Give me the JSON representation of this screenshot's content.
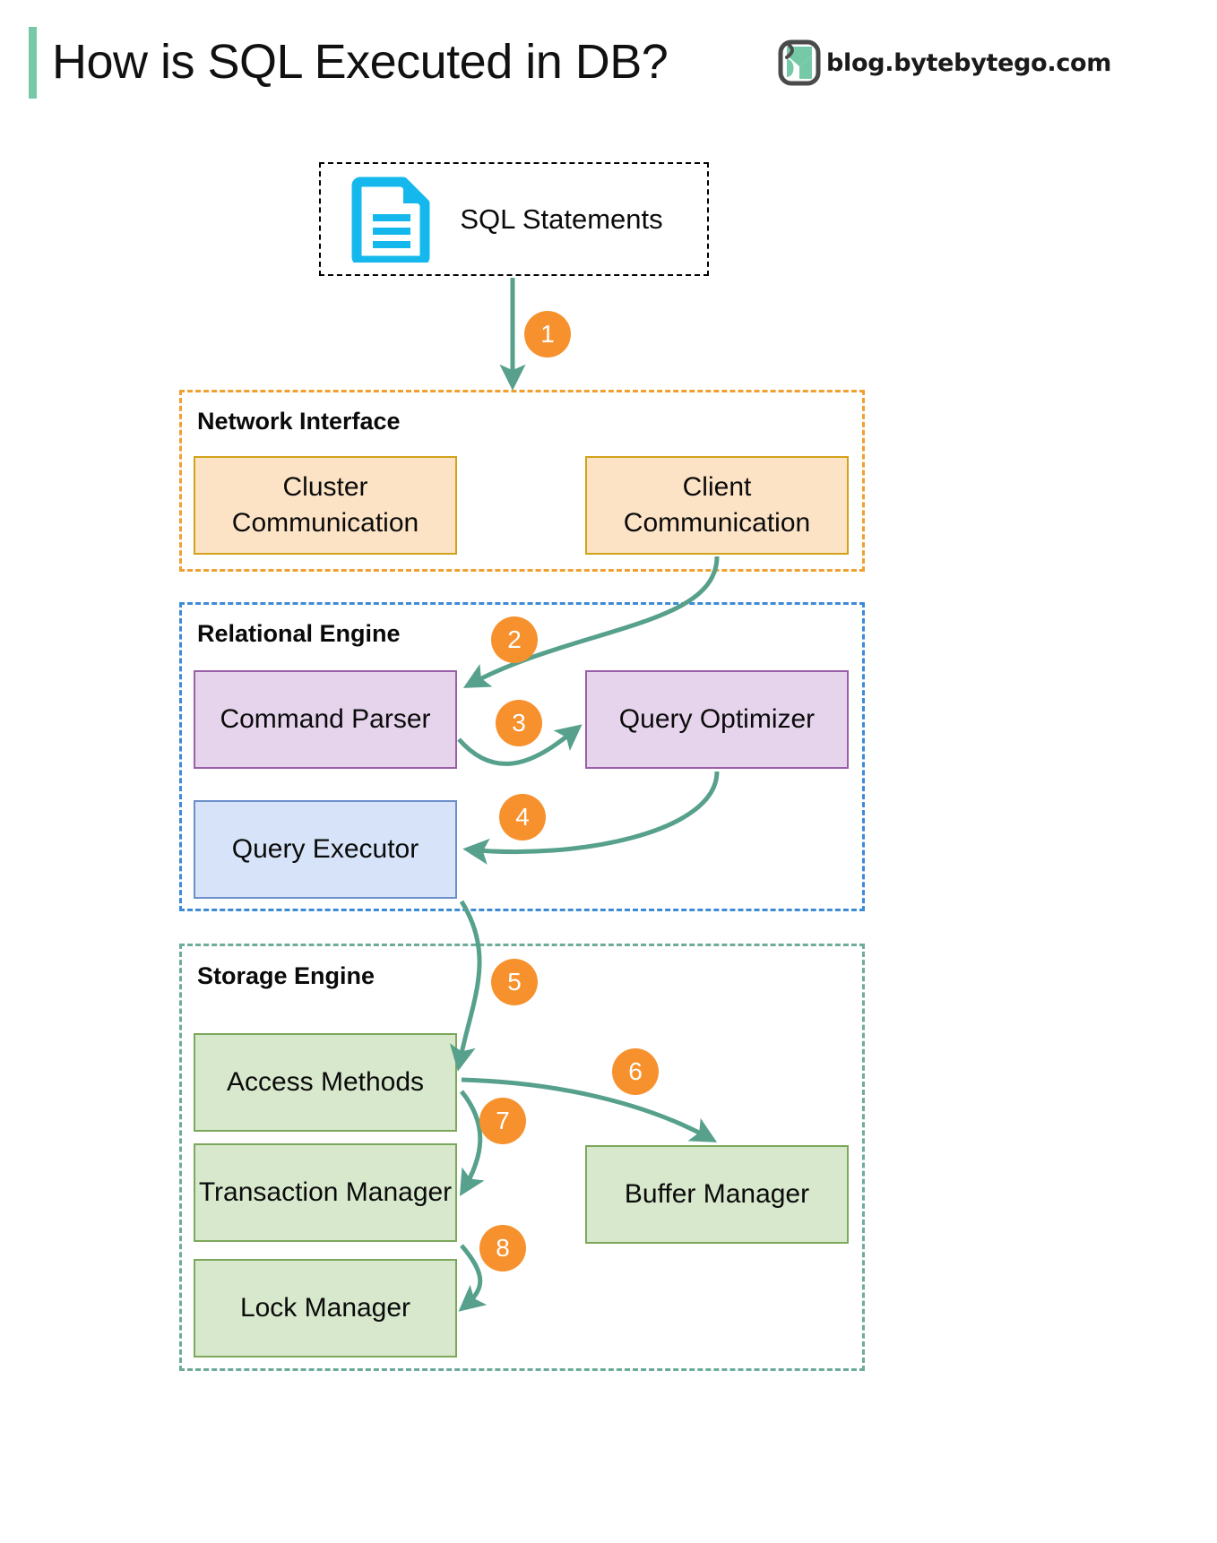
{
  "header": {
    "title": "How is SQL Executed in DB?",
    "brand_text": "blog.bytebytego.com",
    "accent_color": "#76C9A6"
  },
  "source": {
    "label": "SQL Statements",
    "icon": "document-icon",
    "icon_color": "#15B8EC"
  },
  "groups": [
    {
      "id": "network-interface",
      "label": "Network Interface",
      "border_color": "#F0A030",
      "boxes": [
        {
          "id": "cluster-communication",
          "label": "Cluster Communication",
          "fill": "#FDE3C6",
          "stroke": "#D1A21A"
        },
        {
          "id": "client-communication",
          "label": "Client Communication",
          "fill": "#FDE3C6",
          "stroke": "#D1A21A"
        }
      ]
    },
    {
      "id": "relational-engine",
      "label": "Relational Engine",
      "border_color": "#3D8BD6",
      "boxes": [
        {
          "id": "command-parser",
          "label": "Command Parser",
          "fill": "#E6D4EC",
          "stroke": "#9A5FA8"
        },
        {
          "id": "query-optimizer",
          "label": "Query Optimizer",
          "fill": "#E6D4EC",
          "stroke": "#9A5FA8"
        },
        {
          "id": "query-executor",
          "label": "Query Executor",
          "fill": "#D6E3F8",
          "stroke": "#6D8FC9"
        }
      ]
    },
    {
      "id": "storage-engine",
      "label": "Storage Engine",
      "border_color": "#6FAB9B",
      "boxes": [
        {
          "id": "access-methods",
          "label": "Access Methods",
          "fill": "#D7E8CC",
          "stroke": "#7CA85C"
        },
        {
          "id": "buffer-manager",
          "label": "Buffer Manager",
          "fill": "#D7E8CC",
          "stroke": "#7CA85C"
        },
        {
          "id": "transaction-manager",
          "label": "Transaction Manager",
          "fill": "#D7E8CC",
          "stroke": "#7CA85C"
        },
        {
          "id": "lock-manager",
          "label": "Lock Manager",
          "fill": "#D7E8CC",
          "stroke": "#7CA85C"
        }
      ]
    }
  ],
  "steps": [
    {
      "n": "1",
      "from": "sql-statements",
      "to": "network-interface"
    },
    {
      "n": "2",
      "from": "client-communication",
      "to": "command-parser"
    },
    {
      "n": "3",
      "from": "command-parser",
      "to": "query-optimizer"
    },
    {
      "n": "4",
      "from": "query-optimizer",
      "to": "query-executor"
    },
    {
      "n": "5",
      "from": "query-executor",
      "to": "access-methods"
    },
    {
      "n": "6",
      "from": "access-methods",
      "to": "buffer-manager"
    },
    {
      "n": "7",
      "from": "access-methods",
      "to": "transaction-manager"
    },
    {
      "n": "8",
      "from": "transaction-manager",
      "to": "lock-manager"
    }
  ],
  "style": {
    "arrow_color": "#56A08C",
    "badge_color": "#F6912E"
  }
}
